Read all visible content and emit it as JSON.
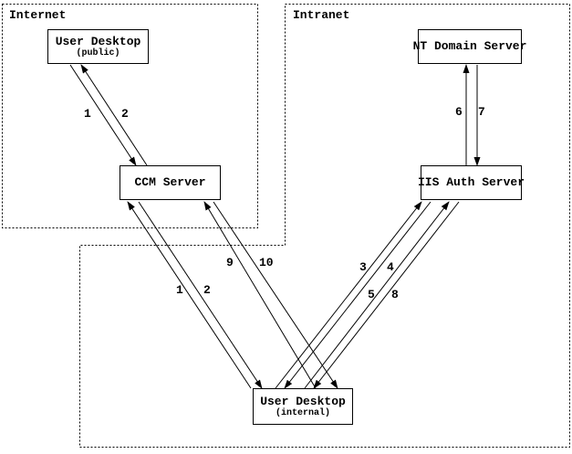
{
  "diagram": {
    "zones": {
      "internet": {
        "label": "Internet"
      },
      "intranet": {
        "label": "Intranet"
      }
    },
    "nodes": {
      "user_desktop_public": {
        "title": "User Desktop",
        "subtitle": "(public)"
      },
      "nt_domain_server": {
        "title": "NT Domain Server"
      },
      "ccm_server": {
        "title": "CCM Server"
      },
      "iis_auth_server": {
        "title": "IIS Auth Server"
      },
      "user_desktop_internal": {
        "title": "User Desktop",
        "subtitle": "(internal)"
      }
    },
    "step_labels": {
      "public_ccm_request": "1",
      "public_ccm_response": "2",
      "internal_ccm_request": "1",
      "internal_ccm_response": "2",
      "internal_iis_request_a": "3",
      "internal_iis_response_a": "4",
      "internal_iis_request_b": "5",
      "iis_nt_request": "6",
      "iis_nt_response": "7",
      "internal_iis_response_b": "8",
      "internal_ccm_request_b": "9",
      "internal_ccm_response_b": "10"
    },
    "colors": {
      "line": "#000000",
      "background": "#ffffff"
    }
  }
}
